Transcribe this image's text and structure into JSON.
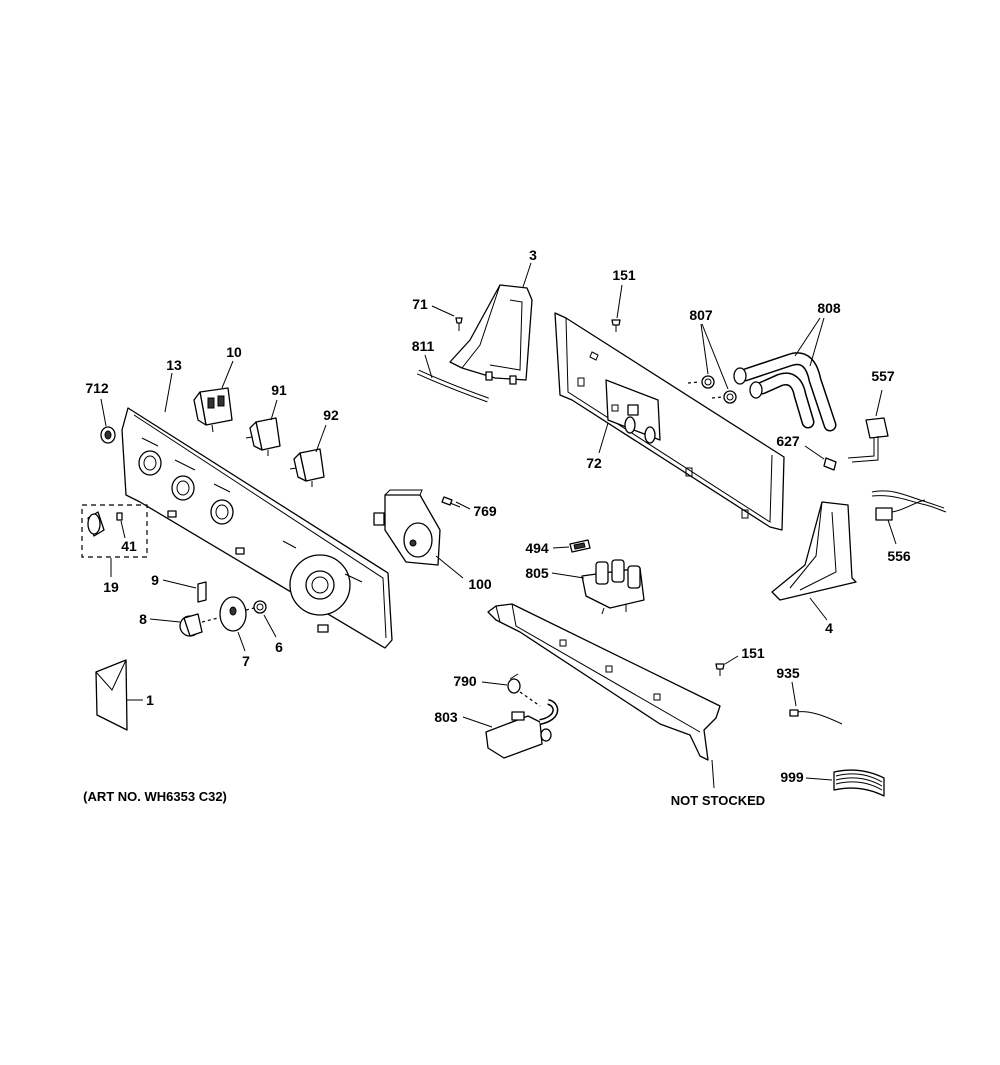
{
  "diagram": {
    "art_number": "(ART NO. WH6353 C32)",
    "not_stocked": "NOT STOCKED",
    "callouts": {
      "c1": "1",
      "c3": "3",
      "c4": "4",
      "c6": "6",
      "c7": "7",
      "c8": "8",
      "c9": "9",
      "c10": "10",
      "c13": "13",
      "c19": "19",
      "c41": "41",
      "c71": "71",
      "c72": "72",
      "c91": "91",
      "c92": "92",
      "c100": "100",
      "c151a": "151",
      "c151b": "151",
      "c494": "494",
      "c556": "556",
      "c557": "557",
      "c627": "627",
      "c712": "712",
      "c769": "769",
      "c790": "790",
      "c803": "803",
      "c805": "805",
      "c807": "807",
      "c808": "808",
      "c811": "811",
      "c935": "935",
      "c999": "999"
    }
  }
}
